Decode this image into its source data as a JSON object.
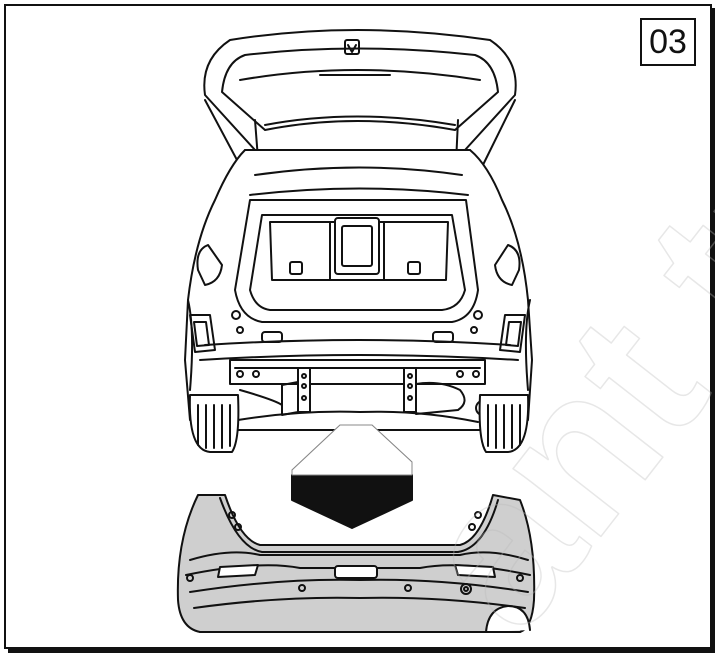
{
  "step_number": "03",
  "watermark": "ant tr",
  "colors": {
    "line": "#111111",
    "bumper_fill": "#cfcfcf",
    "body_fill": "#ffffff",
    "arrow": "#111111"
  },
  "icons": [
    "car-rear-illustration",
    "down-arrow-icon",
    "rear-bumper-illustration"
  ]
}
